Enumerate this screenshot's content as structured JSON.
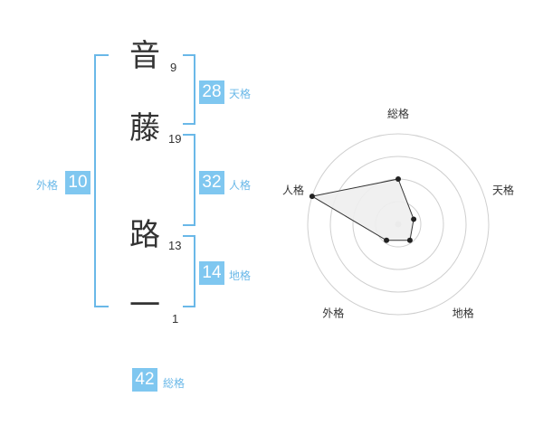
{
  "name": {
    "characters": [
      {
        "char": "音",
        "strokes": "9"
      },
      {
        "char": "藤",
        "strokes": "19"
      },
      {
        "char": "路",
        "strokes": "13"
      },
      {
        "char": "一",
        "strokes": "1"
      }
    ]
  },
  "fortunes": {
    "tenkaku": {
      "value": "28",
      "label": "天格"
    },
    "jinkaku": {
      "value": "32",
      "label": "人格"
    },
    "chikaku": {
      "value": "14",
      "label": "地格"
    },
    "gaikaku": {
      "value": "10",
      "label": "外格"
    },
    "soukaku": {
      "value": "42",
      "label": "総格"
    }
  },
  "radar": {
    "axes": [
      "総格",
      "天格",
      "地格",
      "外格",
      "人格"
    ],
    "values": [
      0.5,
      0.18,
      0.22,
      0.22,
      1.0
    ],
    "rings": 4,
    "colors": {
      "ring": "#cfcfcf",
      "fill": "#eeeeee",
      "line": "#333333",
      "point": "#222222",
      "center": "#cccccc"
    }
  }
}
